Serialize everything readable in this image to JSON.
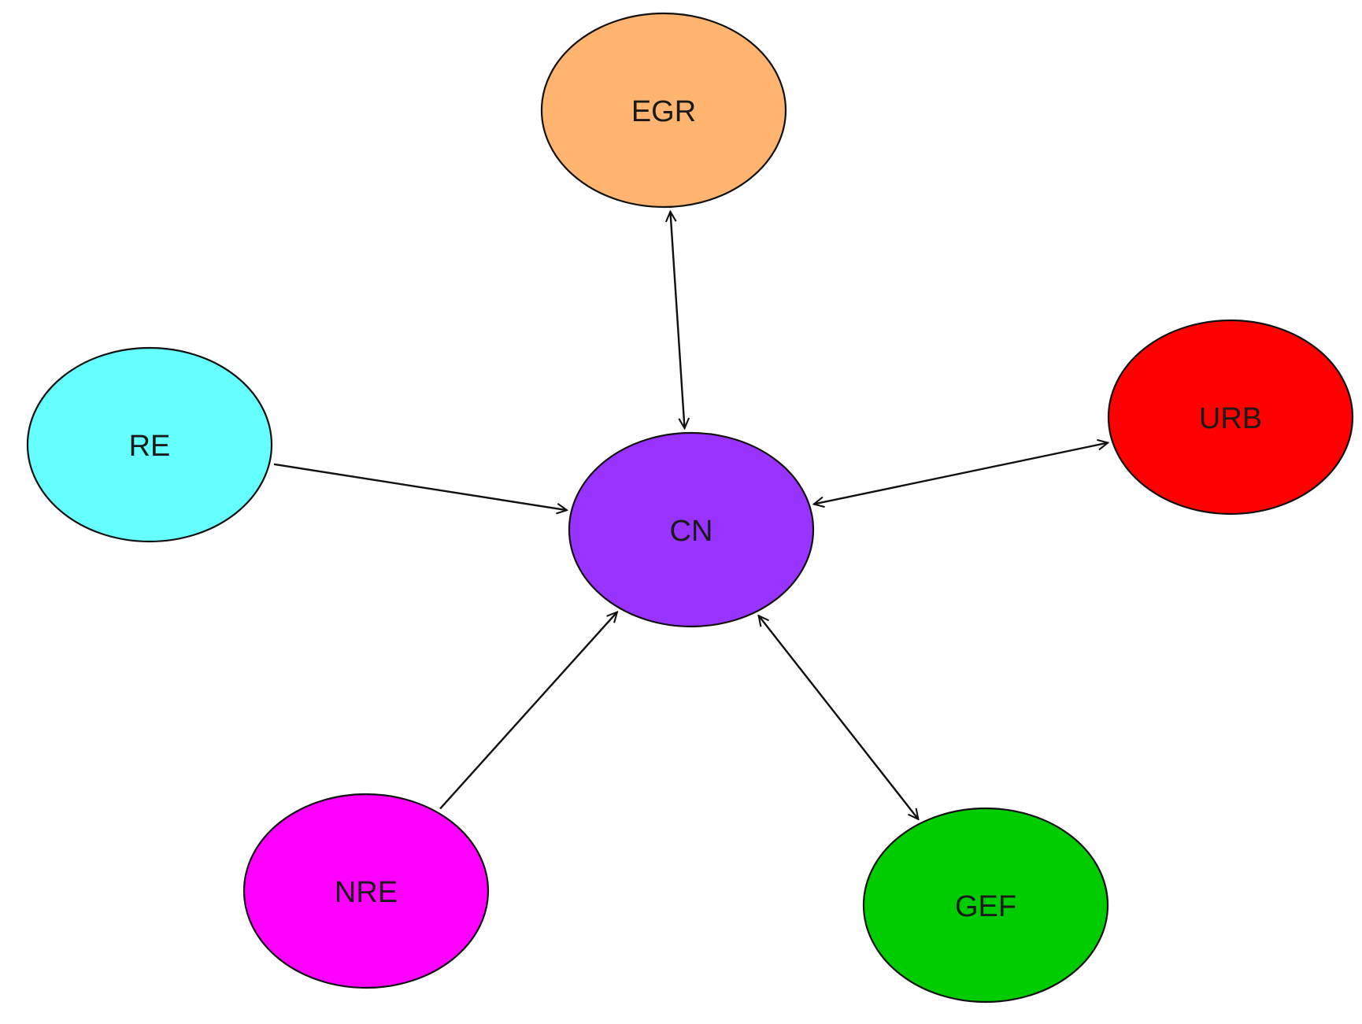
{
  "diagram": {
    "nodes": {
      "egr": {
        "label": "EGR",
        "color": "#FFB570"
      },
      "re": {
        "label": "RE",
        "color": "#66FFFF"
      },
      "cn": {
        "label": "CN",
        "color": "#9933FF"
      },
      "urb": {
        "label": "URB",
        "color": "#FF0000"
      },
      "nre": {
        "label": "NRE",
        "color": "#FF00FF"
      },
      "gef": {
        "label": "GEF",
        "color": "#00CC00"
      }
    },
    "edges": [
      {
        "from": "egr",
        "to": "cn",
        "direction": "both"
      },
      {
        "from": "re",
        "to": "cn",
        "direction": "forward"
      },
      {
        "from": "urb",
        "to": "cn",
        "direction": "both"
      },
      {
        "from": "nre",
        "to": "cn",
        "direction": "forward"
      },
      {
        "from": "gef",
        "to": "cn",
        "direction": "both"
      }
    ]
  }
}
